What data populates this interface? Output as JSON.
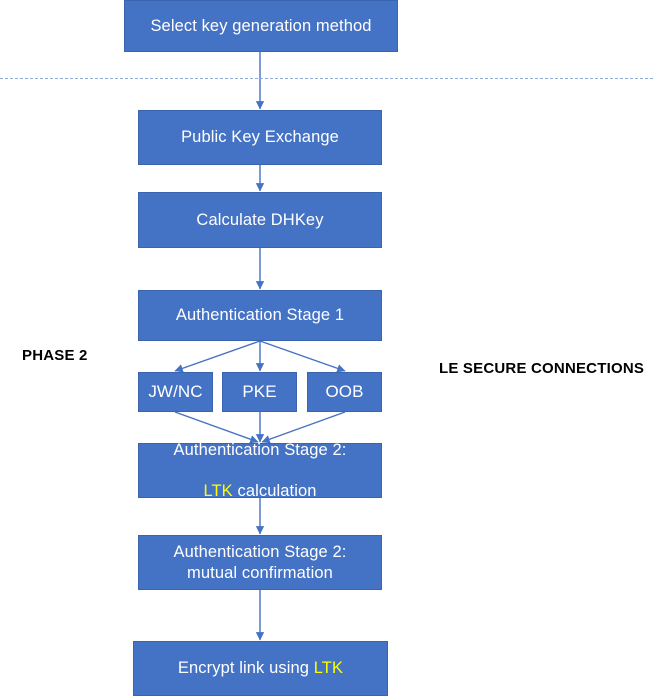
{
  "diagram": {
    "title": "LE Secure Connections pairing phase 2 flow",
    "colors": {
      "box_fill": "#4472C4",
      "box_stroke": "#3A63B0",
      "box_text": "#FFFFFF",
      "highlight_text": "#FFFF00",
      "arrow": "#4472C4",
      "divider": "#8FAADC",
      "caption_text": "#000000",
      "background": "#FFFFFF"
    },
    "captions": {
      "left": "PHASE 2",
      "right": "LE SECURE CONNECTIONS"
    },
    "nodes": {
      "select_key_method": "Select key generation method",
      "public_key_exchange": "Public Key Exchange",
      "calculate_dhkey": "Calculate DHKey",
      "auth_stage_1": "Authentication Stage 1",
      "branch_jwnc": "JW/NC",
      "branch_pke": "PKE",
      "branch_oob": "OOB",
      "auth_stage_2_ltk_line1": "Authentication Stage 2:",
      "auth_stage_2_ltk_line2_highlight": "LTK",
      "auth_stage_2_ltk_line2_rest": " calculation",
      "auth_stage_2_mutual_line1": "Authentication Stage 2:",
      "auth_stage_2_mutual_line2": "mutual confirmation",
      "encrypt_link_prefix": "Encrypt link using ",
      "encrypt_link_highlight": "LTK"
    }
  }
}
